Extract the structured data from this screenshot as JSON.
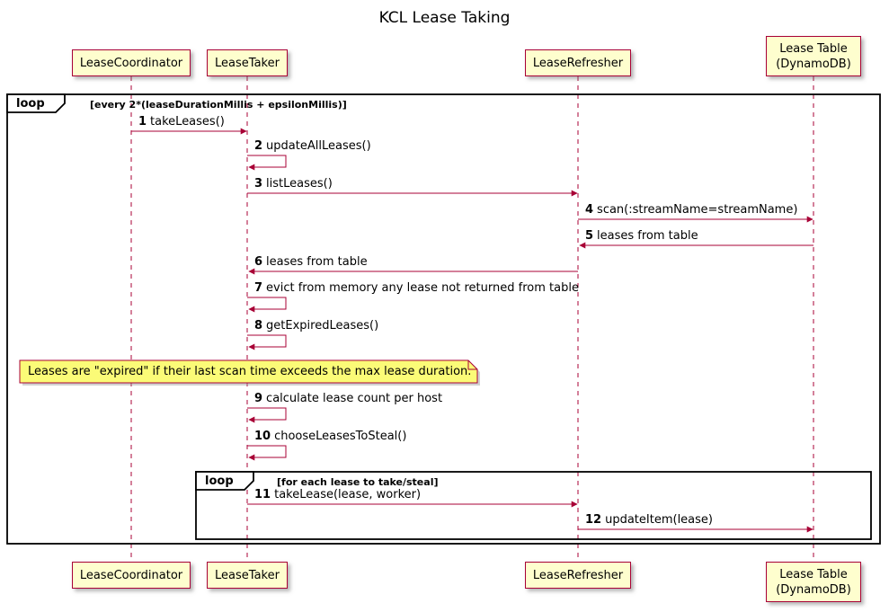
{
  "title": "KCL Lease Taking",
  "participants": [
    {
      "line1": "LeaseCoordinator"
    },
    {
      "line1": "LeaseTaker"
    },
    {
      "line1": "LeaseRefresher"
    },
    {
      "line1": "Lease Table",
      "line2": "(DynamoDB)"
    }
  ],
  "loops": [
    {
      "keyword": "loop",
      "guard": "[every 2*(leaseDurationMillis + epsilonMillis)]"
    },
    {
      "keyword": "loop",
      "guard": "[for each lease to take/steal]"
    }
  ],
  "messages": [
    {
      "num": "1",
      "text": "takeLeases()"
    },
    {
      "num": "2",
      "text": "updateAllLeases()"
    },
    {
      "num": "3",
      "text": "listLeases()"
    },
    {
      "num": "4",
      "text": "scan(:streamName=streamName)"
    },
    {
      "num": "5",
      "text": "leases from table"
    },
    {
      "num": "6",
      "text": "leases from table"
    },
    {
      "num": "7",
      "text": "evict from memory any lease not returned from table"
    },
    {
      "num": "8",
      "text": "getExpiredLeases()"
    },
    {
      "num": "9",
      "text": "calculate lease count per host"
    },
    {
      "num": "10",
      "text": "chooseLeasesToSteal()"
    },
    {
      "num": "11",
      "text": "takeLease(lease, worker)"
    },
    {
      "num": "12",
      "text": "updateItem(lease)"
    }
  ],
  "note": {
    "text": "Leases are \"expired\" if their last scan time exceeds the max lease duration."
  },
  "colors": {
    "participant_fill": "#FEFECE",
    "participant_border": "#A80036",
    "arrow": "#A80036",
    "lifeline": "#A80036",
    "note_fill": "#FBFB77",
    "frame_border": "#000000"
  }
}
